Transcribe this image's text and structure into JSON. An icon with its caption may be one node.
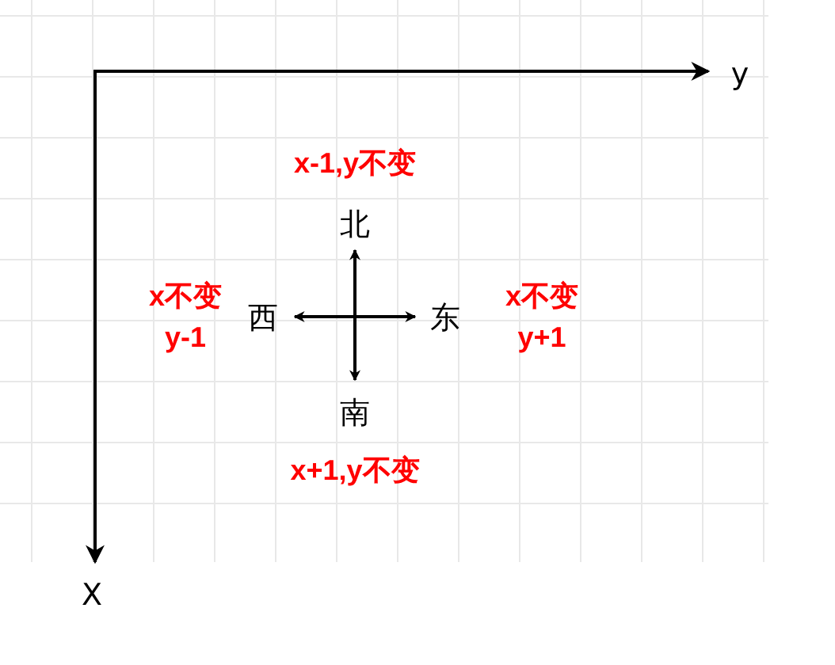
{
  "diagram": {
    "labels": [
      "y",
      "x-1,y不变",
      "北",
      "x不变 y-1",
      "西",
      "东",
      "x不变 y+1",
      "南",
      "x+1,y不变",
      "X"
    ]
  }
}
